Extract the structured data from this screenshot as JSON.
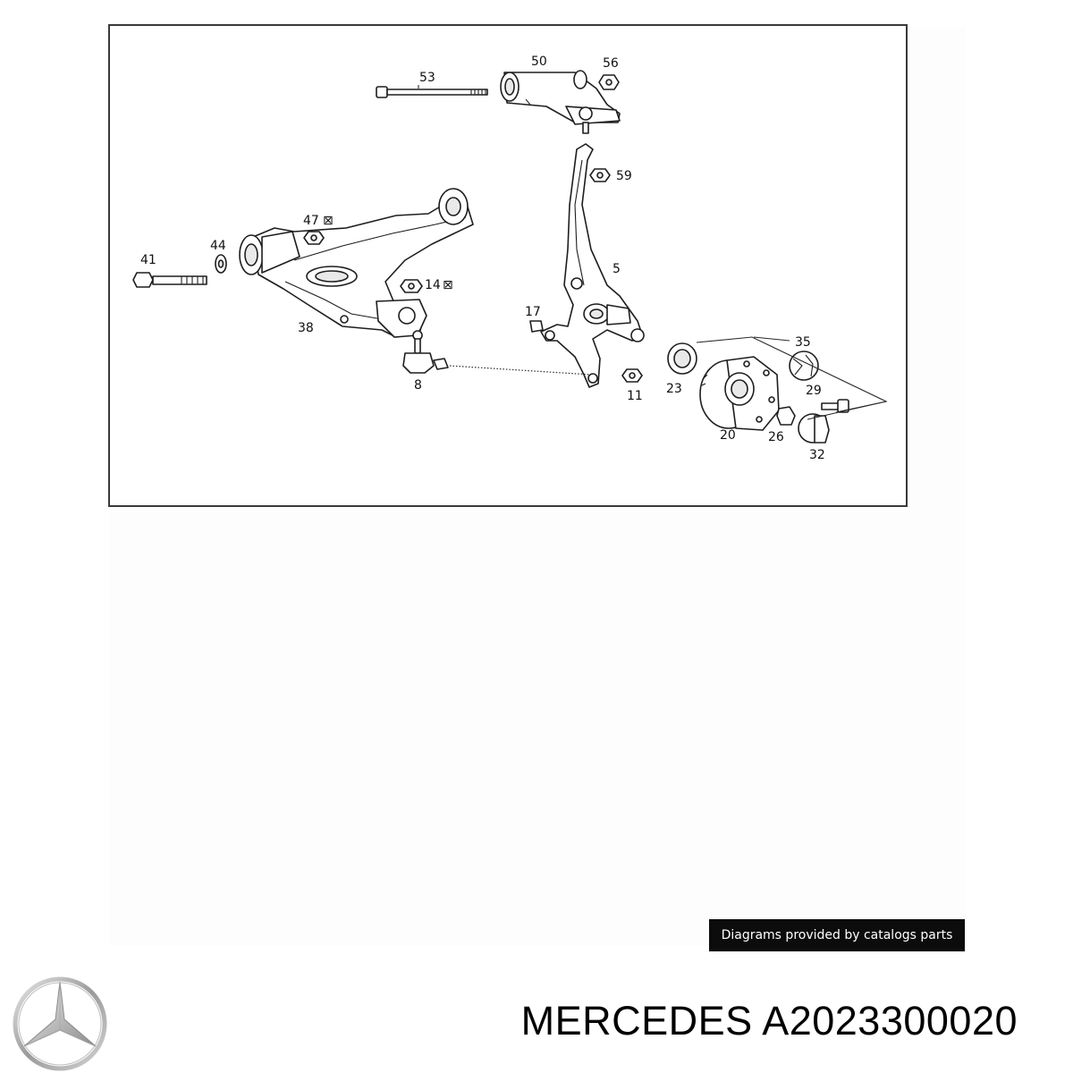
{
  "diagram": {
    "callouts": {
      "c53": "53",
      "c50": "50",
      "c56": "56",
      "c59": "59",
      "c47": "47",
      "c44": "44",
      "c41": "41",
      "c14": "14",
      "c5": "5",
      "c17": "17",
      "c38": "38",
      "c8": "8",
      "c11": "11",
      "c35": "35",
      "c23": "23",
      "c29": "29",
      "c20": "20",
      "c26": "26",
      "c32": "32"
    },
    "symbols": {
      "replace_marker": "⊠"
    }
  },
  "footer": {
    "credit": "Diagrams provided by catalogs parts",
    "title": "MERCEDES A2023300020"
  },
  "icons": {
    "brand_logo": "three-pointed-star-icon",
    "replace_marker": "replace-marker-icon"
  },
  "colors": {
    "badge_bg": "#0c0c0c",
    "badge_text": "#ffffff",
    "frame": "#3a3a3a"
  }
}
